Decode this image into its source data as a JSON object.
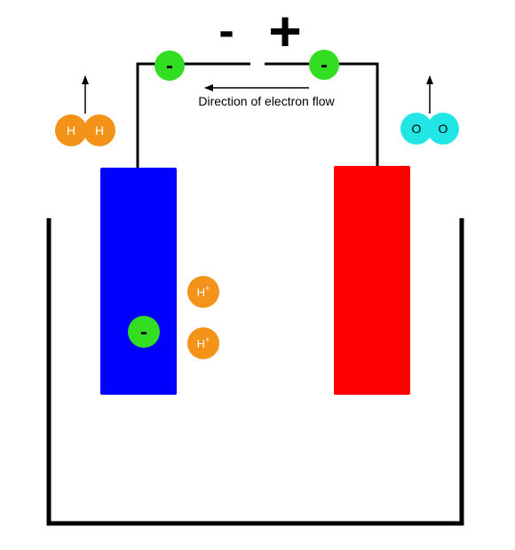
{
  "colors": {
    "wire": "#000000",
    "anode": "#0000ff",
    "cathode": "#ff0000",
    "electron": "#33dd22",
    "hydrogen": "#f39319",
    "oxygen": "#22e6e6",
    "text": "#000000"
  },
  "terminals": {
    "negative": "-",
    "positive": "+"
  },
  "electron_symbol": "-",
  "flow_label": "Direction of electron flow",
  "hydrogen_molecule": {
    "atom1": "H",
    "atom2": "H"
  },
  "oxygen_molecule": {
    "atom1": "O",
    "atom2": "O"
  },
  "hydrogen_ions": [
    {
      "symbol": "H",
      "charge": "+"
    },
    {
      "symbol": "H",
      "charge": "+"
    }
  ],
  "icons": {
    "electron": "electron-icon",
    "arrow": "arrow-icon"
  }
}
